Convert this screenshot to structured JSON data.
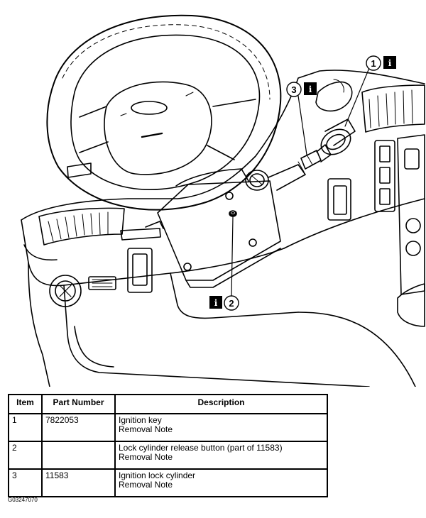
{
  "callouts": [
    {
      "number": "1",
      "icon": "info-icon"
    },
    {
      "number": "2",
      "icon": "info-icon"
    },
    {
      "number": "3",
      "icon": "info-icon"
    }
  ],
  "table": {
    "headers": [
      "Item",
      "Part Number",
      "Description"
    ],
    "rows": [
      {
        "item": "1",
        "part_number": "7822053",
        "description": [
          "Ignition key",
          "Removal Note"
        ]
      },
      {
        "item": "2",
        "part_number": "",
        "description": [
          "Lock cylinder release button (part of 11583)",
          "Removal Note"
        ]
      },
      {
        "item": "3",
        "part_number": "11583",
        "description": [
          "Ignition lock cylinder",
          "Removal Note"
        ]
      }
    ]
  },
  "figure_id": "G03247070"
}
